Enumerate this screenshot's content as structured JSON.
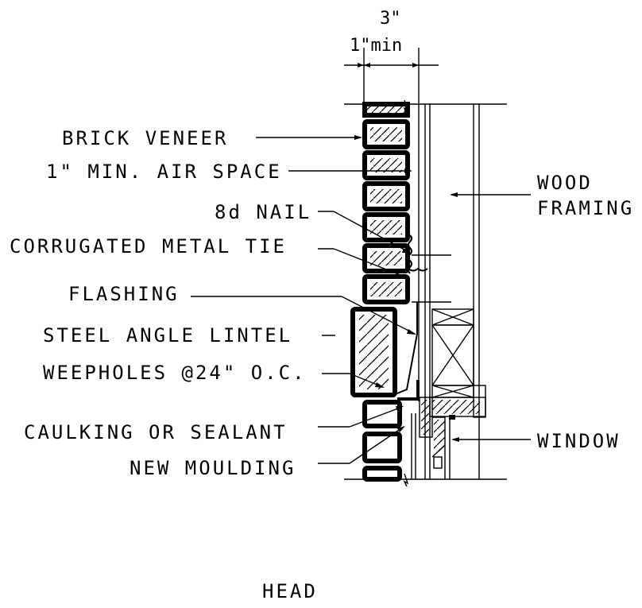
{
  "dimensions": {
    "overall": "3\"",
    "min": "1\"min"
  },
  "labels_left": {
    "brick_veneer": "BRICK VENEER",
    "air_space": "1\" MIN. AIR SPACE",
    "nail": "8d NAIL",
    "tie": "CORRUGATED METAL TIE",
    "flashing": "FLASHING",
    "lintel": "STEEL ANGLE LINTEL",
    "weepholes": "WEEPHOLES @24\" O.C.",
    "caulking": "CAULKING OR SEALANT",
    "moulding": "NEW MOULDING"
  },
  "labels_right": {
    "wood_line1": "WOOD",
    "wood_line2": "FRAMING",
    "window": "WINDOW"
  },
  "caption": "HEAD"
}
